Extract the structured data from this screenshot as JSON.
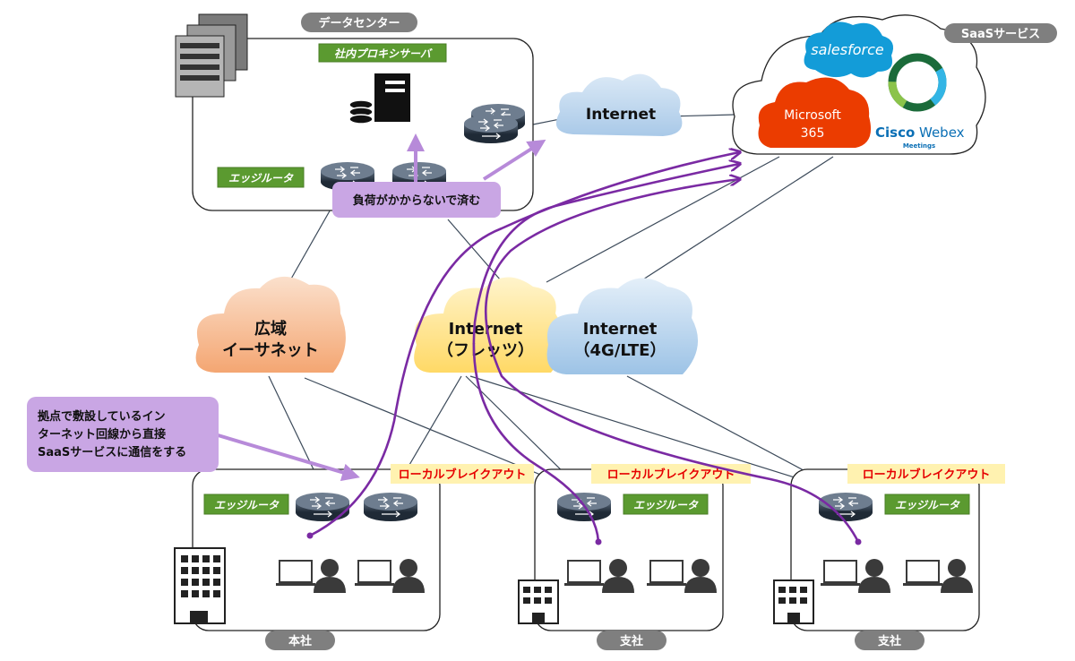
{
  "labels": {
    "datacenter": "データセンター",
    "saas": "SaaSサービス",
    "proxy": "社内プロキシサーバ",
    "edge_router": "エッジルータ",
    "no_load": "負荷がかからないで済む",
    "internet_top": "Internet",
    "wide_line1": "広域",
    "wide_line2": "イーサネット",
    "flets_line1": "Internet",
    "flets_line2": "（フレッツ）",
    "lte_line1": "Internet",
    "lte_line2": "（4G/LTE）",
    "note_line1": "拠点で敷設しているイン",
    "note_line2": "ターネット回線から直接",
    "note_line3": "SaaSサービスに通信をする",
    "local_breakout": "ローカルブレイクアウト",
    "hq": "本社",
    "branch": "支社"
  },
  "saas_logos": {
    "salesforce": "salesforce",
    "microsoft_line1": "Microsoft",
    "microsoft_line2": "365",
    "cisco": "Cisco",
    "webex": "Webex",
    "meetings": "Meetings"
  },
  "colors": {
    "salesforce": "#139cd8",
    "microsoft": "#eb3c00",
    "webex_ring": "#1b6b3a",
    "flow_purple": "#7a2aa3",
    "edge_green": "#5b9a30",
    "breakout_red": "#e60000",
    "cloud_orange": "#f4a672",
    "cloud_yellow": "#ffd966",
    "cloud_blue": "#9dc3e6"
  },
  "icons": [
    "server-rack-icon",
    "proxy-server-icon",
    "router-icon",
    "building-icon",
    "laptop-user-icon"
  ]
}
